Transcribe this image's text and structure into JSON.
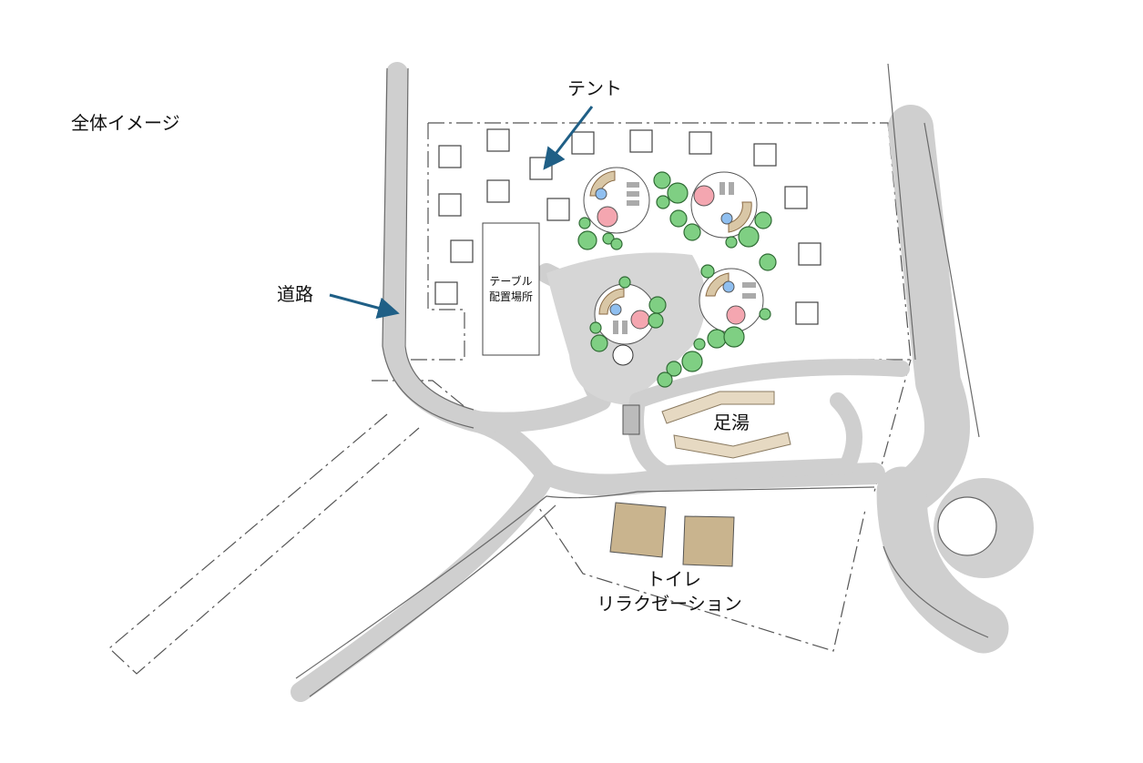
{
  "title": "全体イメージ",
  "labels": {
    "tent": "テント",
    "road": "道路",
    "table_area_line1": "テーブル",
    "table_area_line2": "配置場所",
    "footbath": "足湯",
    "toilet": "トイレ",
    "relaxation": "リラクゼーション"
  },
  "colors": {
    "arrow": "#1f5f86",
    "road": "#cfcfcf",
    "tree": "#7fcf83",
    "wood": "#d9c7a6",
    "pink": "#f4a6b0",
    "blue": "#8fbff0"
  }
}
